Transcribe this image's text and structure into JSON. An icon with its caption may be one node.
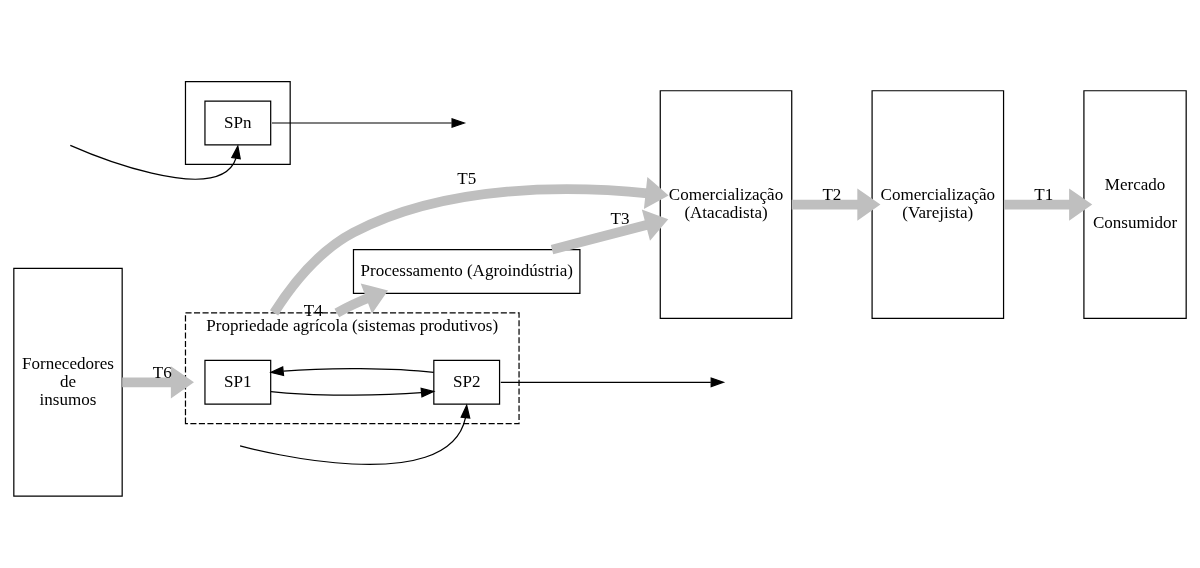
{
  "diagram": {
    "nodes": [
      {
        "text": [
          "Fornecedores de insumos"
        ]
      },
      {
        "text": [
          "Propriedade agrícola (sistemas produtivos)"
        ]
      },
      {
        "text": [
          "SP1"
        ],
        "in": 1
      },
      {
        "text": [
          "SP2"
        ],
        "in": 1
      },
      {
        "text": [],
        "shape": "box"
      },
      {
        "text": [
          "SPn"
        ],
        "in": 4
      },
      {
        "text": [
          "Processamento (Agroindústria)"
        ]
      },
      {
        "text": [
          "Comercialização (Atacadista)"
        ]
      },
      {
        "text": [
          "Comercialização (Varejista)"
        ]
      },
      {
        "text": [
          "Mercado  Consumidor"
        ]
      }
    ],
    "edges": [
      {
        "from": 0,
        "to": 1,
        "arrow": "to",
        "label": "T6",
        "style": "thick"
      },
      {
        "from": 1,
        "to": 6,
        "arrow": "to",
        "label": "T4",
        "style": "thick"
      },
      {
        "from": 6,
        "to": 7,
        "arrow": "to",
        "label": "T3",
        "style": "thick"
      },
      {
        "from": 1,
        "to": 7,
        "arrow": "to",
        "label": "T5",
        "style": "thick"
      },
      {
        "from": 7,
        "to": 8,
        "arrow": "to",
        "label": "T2",
        "style": "thick"
      },
      {
        "from": 8,
        "to": 9,
        "arrow": "to",
        "label": "T1",
        "style": "thick"
      },
      {
        "from": 3,
        "to": 2,
        "arrow": "to",
        "color": "#000000"
      },
      {
        "from": 2,
        "to": 3,
        "arrow": "to",
        "color": "#000000"
      },
      {
        "from": null,
        "to": 3,
        "arrow": "to",
        "color": "#000000"
      },
      {
        "from": 3,
        "to": null,
        "arrow": "to",
        "color": "#000000"
      },
      {
        "from": 5,
        "to": null,
        "arrow": "to",
        "color": "#000000"
      },
      {
        "from": null,
        "to": 5,
        "arrow": "to",
        "color": "#000000"
      }
    ]
  }
}
